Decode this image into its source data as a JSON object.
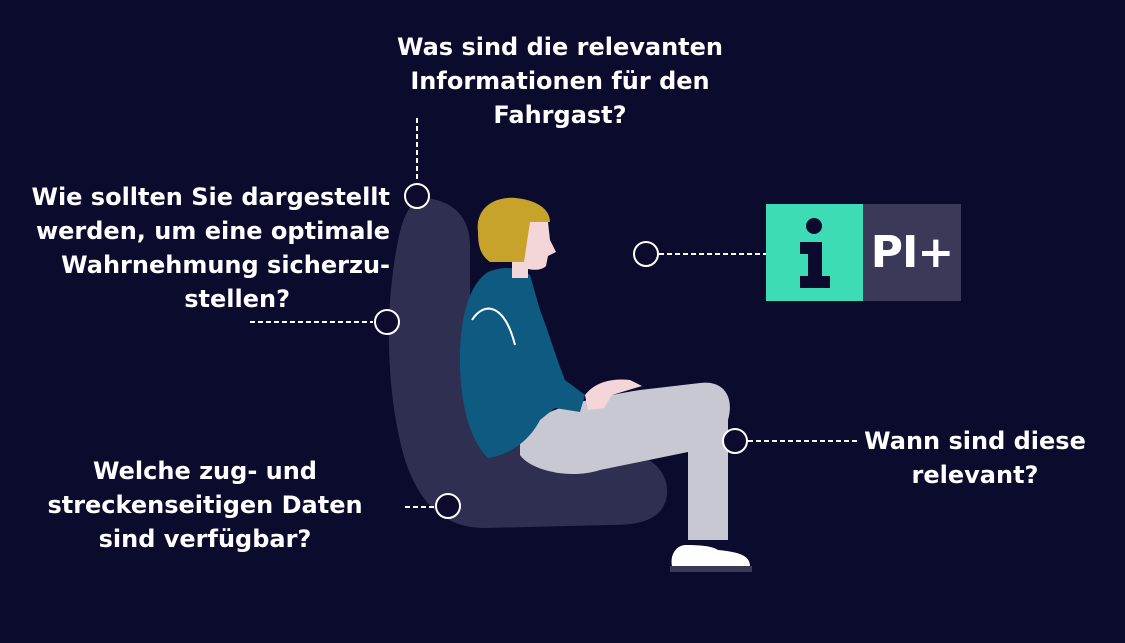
{
  "questions": {
    "top": [
      "Was sind die relevanten",
      "Informationen für den",
      "Fahrgast?"
    ],
    "left": [
      "Wie sollten Sie dargestellt",
      "werden, um eine optimale",
      "Wahrnehmung sicherzu-",
      "stellen?"
    ],
    "right": [
      "Wann sind diese",
      "relevant?"
    ],
    "bottom": [
      "Welche zug- und",
      "streckenseitigen Daten",
      "sind verfügbar?"
    ]
  },
  "badge": {
    "label": "PI+",
    "icon": "info-icon",
    "accent": "#3ddcb4",
    "panel": "#3a3a58"
  },
  "colors": {
    "background": "#0b0b2e",
    "seat": "#2f2f52",
    "sweater": "#0f5a80",
    "trousers": "#c8c8d2",
    "hair": "#c8a32c",
    "skin": "#f4d6d8"
  }
}
